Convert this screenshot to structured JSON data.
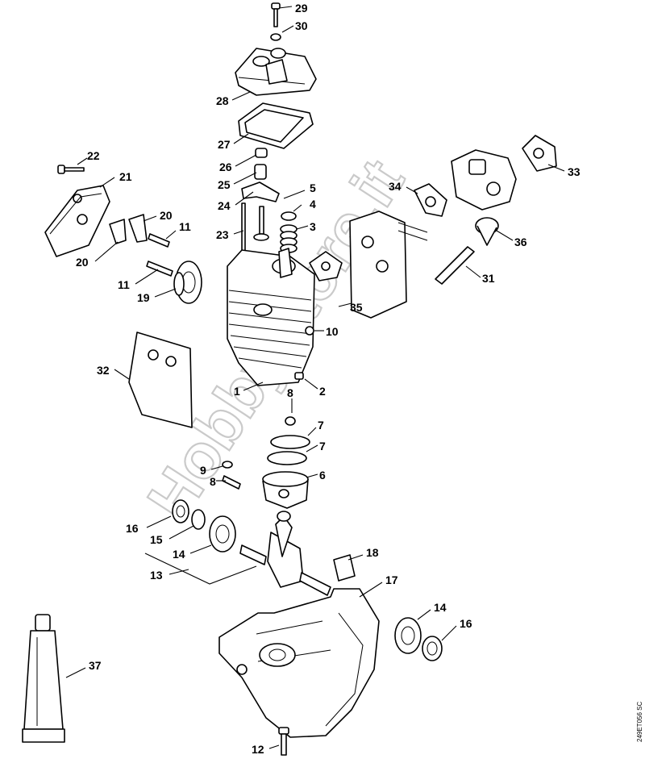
{
  "diagram": {
    "drawing_ref": "249ET056 SC",
    "watermark": "HobbyStore.it"
  },
  "callouts": [
    {
      "id": "c29",
      "label": "29"
    },
    {
      "id": "c30",
      "label": "30"
    },
    {
      "id": "c28",
      "label": "28"
    },
    {
      "id": "c27",
      "label": "27"
    },
    {
      "id": "c26",
      "label": "26"
    },
    {
      "id": "c25",
      "label": "25"
    },
    {
      "id": "c24",
      "label": "24"
    },
    {
      "id": "c5",
      "label": "5"
    },
    {
      "id": "c4",
      "label": "4"
    },
    {
      "id": "c3",
      "label": "3"
    },
    {
      "id": "c23",
      "label": "23"
    },
    {
      "id": "c22",
      "label": "22"
    },
    {
      "id": "c21",
      "label": "21"
    },
    {
      "id": "c20a",
      "label": "20"
    },
    {
      "id": "c11a",
      "label": "11"
    },
    {
      "id": "c20b",
      "label": "20"
    },
    {
      "id": "c11b",
      "label": "11"
    },
    {
      "id": "c19",
      "label": "19"
    },
    {
      "id": "c33",
      "label": "33"
    },
    {
      "id": "c34",
      "label": "34"
    },
    {
      "id": "c36",
      "label": "36"
    },
    {
      "id": "c31",
      "label": "31"
    },
    {
      "id": "c35",
      "label": "35"
    },
    {
      "id": "c10",
      "label": "10"
    },
    {
      "id": "c32",
      "label": "32"
    },
    {
      "id": "c1",
      "label": "1"
    },
    {
      "id": "c2",
      "label": "2"
    },
    {
      "id": "c8a",
      "label": "8"
    },
    {
      "id": "c7a",
      "label": "7"
    },
    {
      "id": "c7b",
      "label": "7"
    },
    {
      "id": "c9",
      "label": "9"
    },
    {
      "id": "c8b",
      "label": "8"
    },
    {
      "id": "c6",
      "label": "6"
    },
    {
      "id": "c16a",
      "label": "16"
    },
    {
      "id": "c15",
      "label": "15"
    },
    {
      "id": "c14a",
      "label": "14"
    },
    {
      "id": "c13",
      "label": "13"
    },
    {
      "id": "c18",
      "label": "18"
    },
    {
      "id": "c17",
      "label": "17"
    },
    {
      "id": "c14b",
      "label": "14"
    },
    {
      "id": "c16b",
      "label": "16"
    },
    {
      "id": "c37",
      "label": "37"
    },
    {
      "id": "c12",
      "label": "12"
    }
  ]
}
